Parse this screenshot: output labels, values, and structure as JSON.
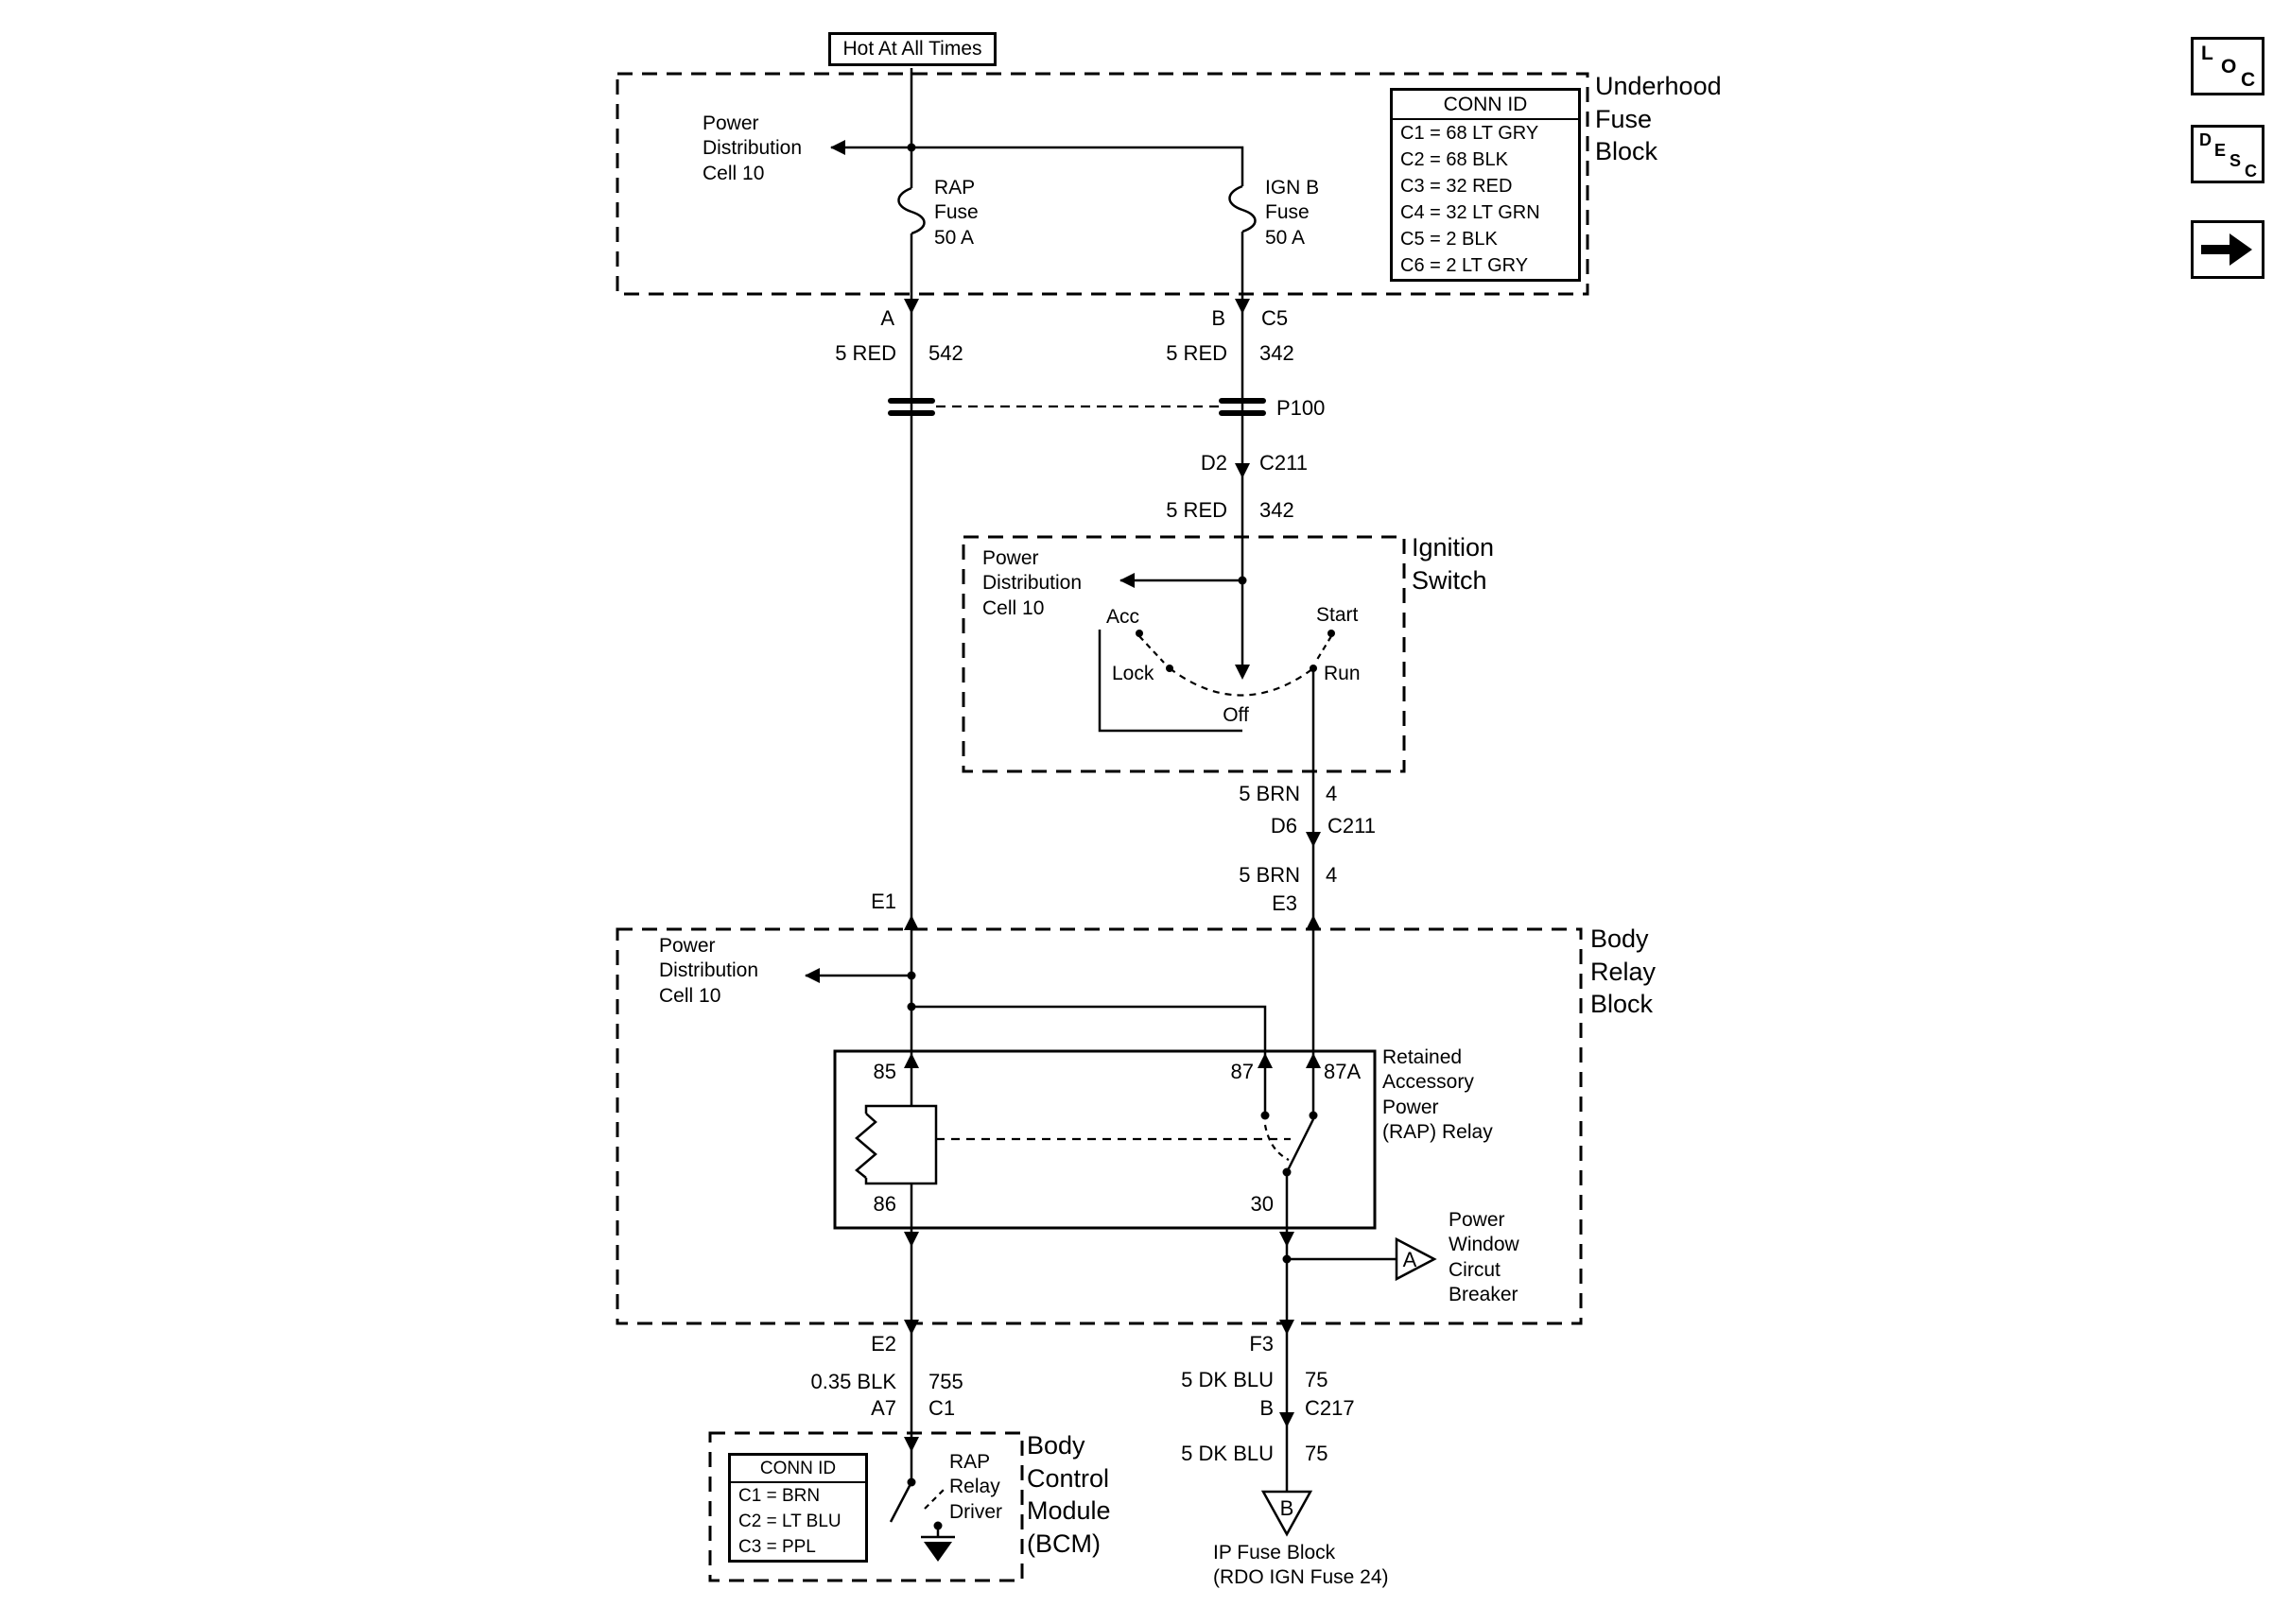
{
  "banner": {
    "text": "Hot At All Times"
  },
  "corner": {
    "loc_letters": [
      "L",
      "O",
      "C"
    ],
    "desc_letters": [
      "D",
      "E",
      "S",
      "C"
    ]
  },
  "underhood": {
    "title": "Underhood\nFuse\nBlock",
    "power_dist": "Power\nDistribution\nCell 10",
    "rap_fuse": "RAP\nFuse\n50 A",
    "ign_fuse": "IGN B\nFuse\n50 A",
    "conn_header": "CONN ID",
    "conn_rows": [
      "C1 = 68 LT GRY",
      "C2 = 68 BLK",
      "C3 = 32 RED",
      "C4 = 32 LT GRN",
      "C5 = 2 BLK",
      "C6 = 2 LT GRY"
    ]
  },
  "terms": {
    "a": "A",
    "b": "B",
    "c5": "C5",
    "e1": "E1",
    "e3": "E3",
    "e2": "E2",
    "f3": "F3"
  },
  "wires": {
    "a": {
      "name": "5 RED",
      "circuit": "542"
    },
    "b": {
      "name": "5 RED",
      "circuit": "342"
    },
    "b2": {
      "name": "5 RED",
      "circuit": "342"
    },
    "brn1": {
      "name": "5 BRN",
      "circuit": "4"
    },
    "brn2": {
      "name": "5 BRN",
      "circuit": "4"
    },
    "blk": {
      "name": "0.35 BLK",
      "circuit": "755"
    },
    "dkblu1": {
      "name": "5 DK BLU",
      "circuit": "75"
    },
    "dkblu2": {
      "name": "5 DK BLU",
      "circuit": "75"
    }
  },
  "connectors": {
    "p100": "P100",
    "c211_top_pin": "D2",
    "c211_top": "C211",
    "c211_bot_pin": "D6",
    "c211_bot": "C211",
    "c217_pin": "B",
    "c217": "C217",
    "bcm_pin": "A7",
    "bcm_conn": "C1"
  },
  "ignition": {
    "title": "Ignition\nSwitch",
    "power_dist": "Power\nDistribution\nCell 10",
    "positions": {
      "acc": "Acc",
      "start": "Start",
      "lock": "Lock",
      "run": "Run",
      "off": "Off"
    }
  },
  "body_relay": {
    "title": "Body\nRelay\nBlock",
    "power_dist": "Power\nDistribution\nCell 10"
  },
  "relay": {
    "name": "Retained\nAccessory\nPower\n(RAP) Relay",
    "pins": {
      "p85": "85",
      "p86": "86",
      "p87": "87",
      "p87a": "87A",
      "p30": "30"
    }
  },
  "breaker": {
    "tag": "A",
    "label": "Power\nWindow\nCircut\nBreaker"
  },
  "bcm": {
    "title": "Body\nControl\nModule\n(BCM)",
    "conn_header": "CONN ID",
    "conn_rows": [
      "C1 = BRN",
      "C2 = LT BLU",
      "C3 = PPL"
    ],
    "driver": "RAP\nRelay\nDriver"
  },
  "ip_fuse": {
    "tag": "B",
    "label": "IP Fuse Block\n(RDO IGN Fuse 24)"
  },
  "colors": {
    "line": "#000000",
    "background": "#ffffff"
  }
}
